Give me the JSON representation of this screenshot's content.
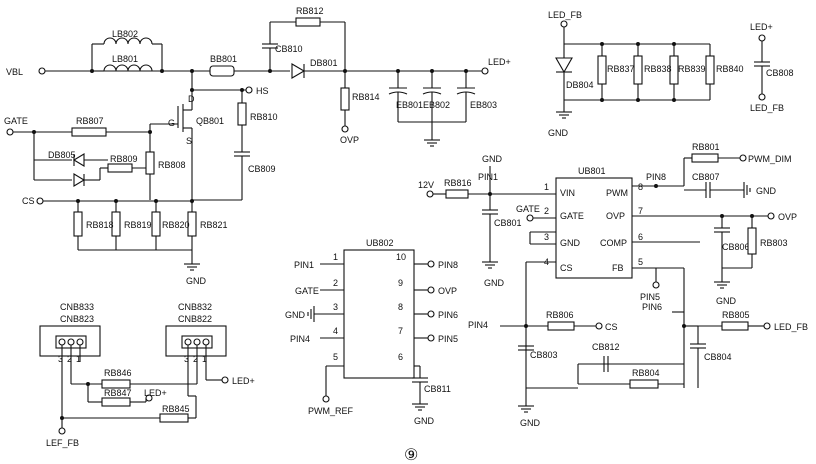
{
  "figure_label": "⑨",
  "nets": {
    "vbl": "VBL",
    "gate": "GATE",
    "cs": "CS",
    "hs": "HS",
    "ovp": "OVP",
    "led_plus": "LED+",
    "led_fb": "LED_FB",
    "pwm_dim": "PWM_DIM",
    "gnd": "GND",
    "v12": "12V",
    "pin1": "PIN1",
    "pin4": "PIN4",
    "pin5": "PIN5",
    "pin6": "PIN6",
    "pin8": "PIN8",
    "pwm_ref": "PWM_REF",
    "lef_fb": "LEF_FB",
    "s": "S",
    "g": "G",
    "d": "D"
  },
  "components": {
    "lb802": "LB802",
    "lb801": "LB801",
    "bb801": "BB801",
    "rb812": "RB812",
    "cb810": "CB810",
    "db801": "DB801",
    "rb814": "RB814",
    "eb801": "EB801",
    "eb802": "EB802",
    "eb803": "EB803",
    "qb801": "QB801",
    "rb810": "RB810",
    "cb809": "CB809",
    "rb807": "RB807",
    "db805": "DB805",
    "rb809": "RB809",
    "rb808": "RB808",
    "rb818": "RB818",
    "rb819": "RB819",
    "rb820": "RB820",
    "rb821": "RB821",
    "db804": "DB804",
    "rb837": "RB837",
    "rb838": "RB838",
    "rb839": "RB839",
    "rb840": "RB840",
    "cb808": "CB808",
    "ub801": "UB801",
    "rb816": "RB816",
    "cb801": "CB801",
    "rb801": "RB801",
    "cb807": "CB807",
    "cb806": "CB806",
    "rb803": "RB803",
    "rb806": "RB806",
    "cb803": "CB803",
    "cb812": "CB812",
    "rb804": "RB804",
    "rb805": "RB805",
    "cb804": "CB804",
    "ub802": "UB802",
    "cb811": "CB811",
    "cnb833": "CNB833",
    "cnb823": "CNB823",
    "cnb832": "CNB832",
    "cnb822": "CNB822",
    "rb846": "RB846",
    "rb847": "RB847",
    "rb845": "RB845"
  },
  "ub801": {
    "pins_left": [
      {
        "num": "1",
        "name": "VIN"
      },
      {
        "num": "2",
        "name": "GATE"
      },
      {
        "num": "3",
        "name": "GND"
      },
      {
        "num": "4",
        "name": "CS"
      }
    ],
    "pins_right": [
      {
        "num": "8",
        "name": "PWM"
      },
      {
        "num": "7",
        "name": "OVP"
      },
      {
        "num": "6",
        "name": "COMP"
      },
      {
        "num": "5",
        "name": "FB"
      }
    ]
  },
  "ub802": {
    "left": [
      {
        "num": "1",
        "label": "PIN1"
      },
      {
        "num": "2",
        "label": "GATE"
      },
      {
        "num": "3",
        "label": "GND"
      },
      {
        "num": "4",
        "label": "PIN4"
      },
      {
        "num": "5",
        "label": "PWM_REF"
      }
    ],
    "right": [
      {
        "num": "10",
        "label": "PIN8"
      },
      {
        "num": "9",
        "label": "OVP"
      },
      {
        "num": "8",
        "label": "PIN6"
      },
      {
        "num": "7",
        "label": "PIN5"
      },
      {
        "num": "6",
        "label": ""
      }
    ]
  },
  "connectors": {
    "pin3": "3",
    "pin2": "2",
    "pin1": "1"
  }
}
